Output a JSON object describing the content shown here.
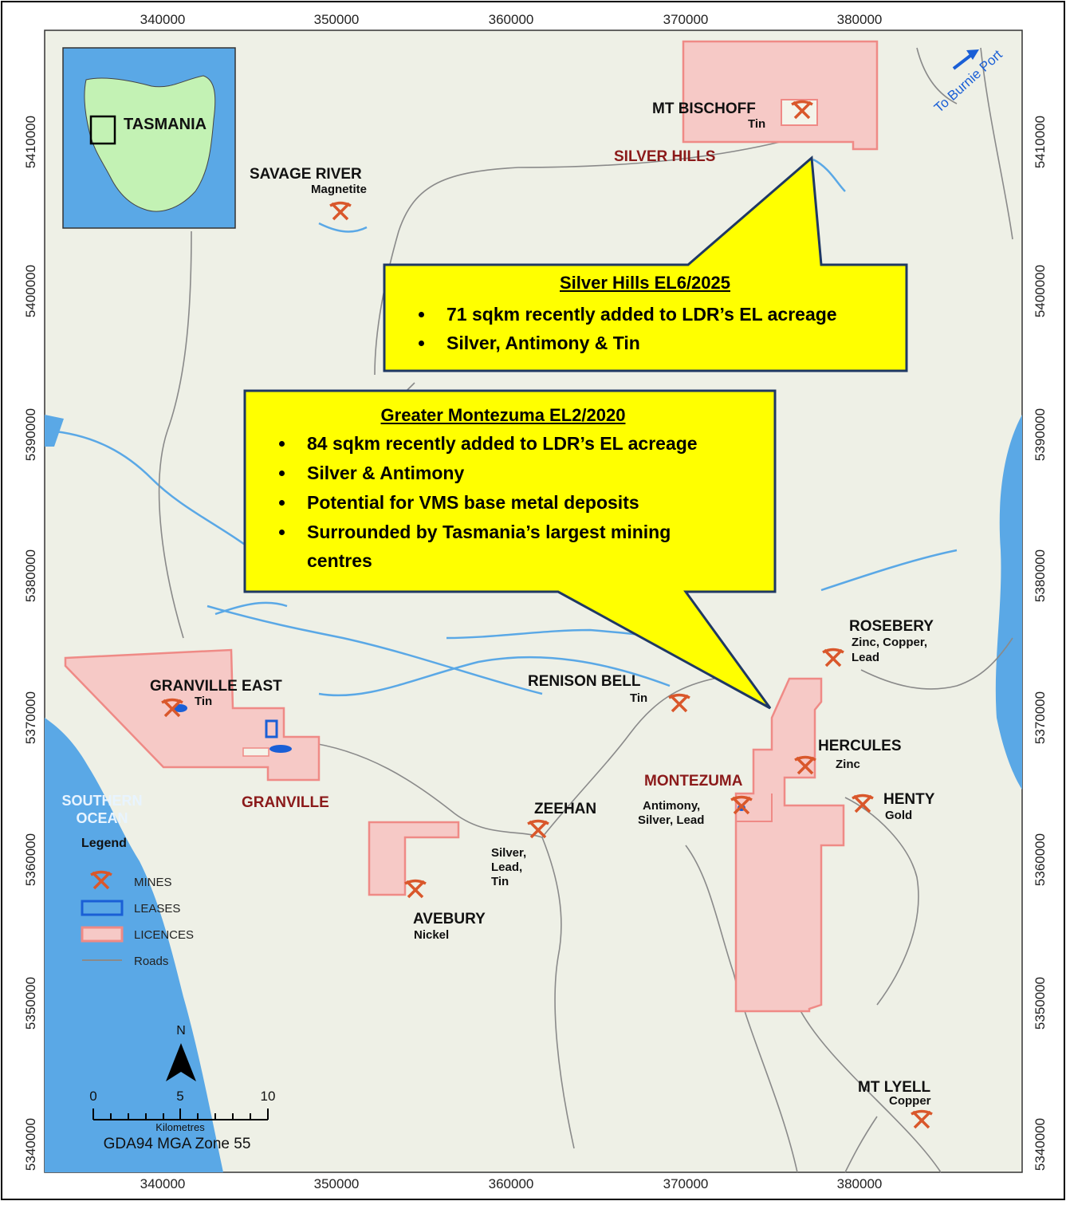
{
  "axes": {
    "x_ticks": [
      "340000",
      "350000",
      "360000",
      "370000",
      "380000"
    ],
    "y_ticks": [
      "5410000",
      "5400000",
      "5390000",
      "5380000",
      "5370000",
      "5360000",
      "5350000",
      "5340000"
    ]
  },
  "inset": {
    "label": "TASMANIA"
  },
  "places": {
    "mt_bischoff": {
      "name": "MT BISCHOFF",
      "commodity": "Tin"
    },
    "savage_river": {
      "name": "SAVAGE RIVER",
      "commodity": "Magnetite"
    },
    "rosebery": {
      "name": "ROSEBERY",
      "commodity_1": "Zinc, Copper,",
      "commodity_2": "Lead"
    },
    "granville_east": {
      "name": "GRANVILLE EAST",
      "commodity": "Tin"
    },
    "renison_bell": {
      "name": "RENISON BELL",
      "commodity": "Tin"
    },
    "hercules": {
      "name": "HERCULES",
      "commodity": "Zinc"
    },
    "henty": {
      "name": "HENTY",
      "commodity": "Gold"
    },
    "zeehan": {
      "name": "ZEEHAN",
      "commodity_1": "Silver,",
      "commodity_2": "Lead,",
      "commodity_3": "Tin"
    },
    "montezuma": {
      "commodity_1": "Antimony,",
      "commodity_2": "Silver, Lead"
    },
    "avebury": {
      "name": "AVEBURY",
      "commodity": "Nickel"
    },
    "mt_lyell": {
      "name": "MT LYELL",
      "commodity": "Copper"
    }
  },
  "licences": {
    "silver_hills": "SILVER HILLS",
    "granville": "GRANVILLE",
    "montezuma": "MONTEZUMA"
  },
  "ocean": {
    "line1": "SOUTHERN",
    "line2": "OCEAN"
  },
  "burnie": "To Burnie Port",
  "legend": {
    "title": "Legend",
    "mines": "MINES",
    "leases": "LEASES",
    "licences": "LICENCES",
    "roads": "Roads"
  },
  "scale": {
    "north": "N",
    "tick_0": "0",
    "tick_5": "5",
    "tick_10": "10",
    "unit": "Kilometres",
    "datum": "GDA94 MGA Zone 55"
  },
  "callouts": {
    "silver_hills": {
      "title": "Silver Hills EL6/2025",
      "bullets": [
        "71 sqkm recently added to LDR’s EL acreage",
        "Silver, Antimony & Tin"
      ]
    },
    "montezuma": {
      "title": "Greater Montezuma EL2/2020",
      "bullets": [
        "84 sqkm recently added to LDR’s EL acreage",
        "Silver & Antimony",
        "Potential for VMS base metal deposits",
        "Surrounded by Tasmania’s largest mining centres"
      ]
    }
  },
  "colors": {
    "land": "#eef0e6",
    "water": "#5aa8e6",
    "licence_fill": "#f6c9c6",
    "licence_edge": "#ef8a86",
    "lease": "#1a5fd6",
    "mine": "#d9572b",
    "callout": "#ffff00",
    "callout_edge": "#1f3864"
  }
}
